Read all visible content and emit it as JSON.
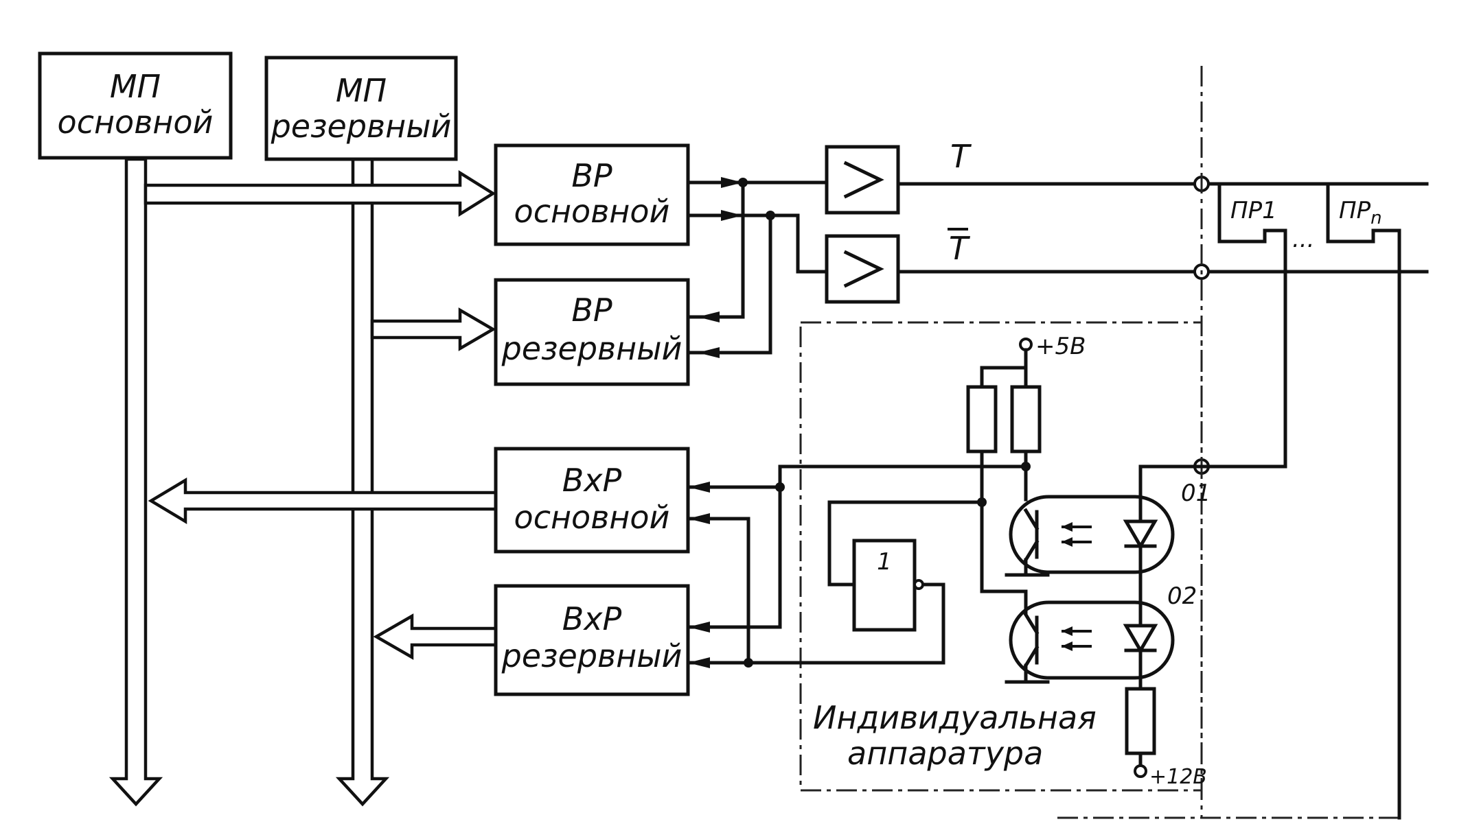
{
  "blocks": {
    "mp_main": [
      "МП",
      "основной"
    ],
    "mp_reserve": [
      "МП",
      "резервный"
    ],
    "vr_main": [
      "ВР",
      "основной"
    ],
    "vr_reserve": [
      "ВР",
      "резервный"
    ],
    "vxr_main": [
      "ВхР",
      "основной"
    ],
    "vxr_reserve": [
      "ВхР",
      "резервный"
    ],
    "inverter": "1"
  },
  "lines": {
    "t": "T",
    "t_bar": "T",
    "pr1": "ПР1",
    "prn_base": "ПР",
    "prn_sub": "n",
    "ellipsis": "..."
  },
  "components": {
    "supply_5v": "+5В",
    "supply_12v": "+12В",
    "opto1": "01",
    "opto2": "02"
  },
  "region": {
    "label_line1": "Индивидуальная",
    "label_line2": "аппаратура"
  }
}
